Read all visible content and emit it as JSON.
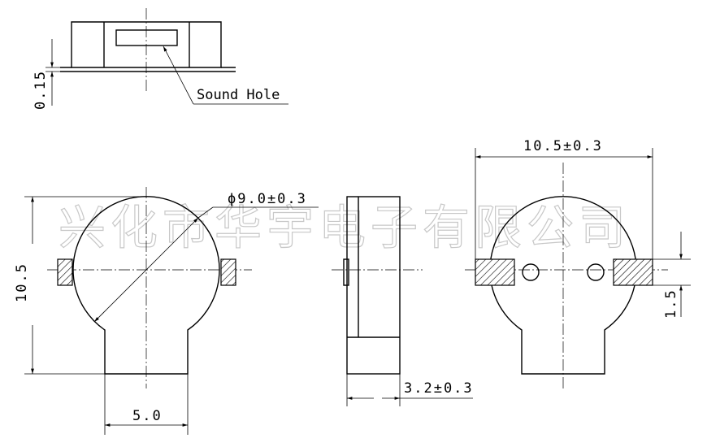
{
  "watermark": "兴化市华宇电子有限公司",
  "top_view": {
    "thickness_label": "0.15",
    "sound_hole_label": "Sound Hole"
  },
  "front_view": {
    "diameter_label": "ϕ9.0±0.3",
    "height_label": "10.5",
    "neck_width_label": "5.0"
  },
  "side_view": {
    "thickness_label": "3.2±0.3"
  },
  "bottom_view": {
    "pad_span_label": "10.5±0.3",
    "pad_height_label": "1.5"
  }
}
